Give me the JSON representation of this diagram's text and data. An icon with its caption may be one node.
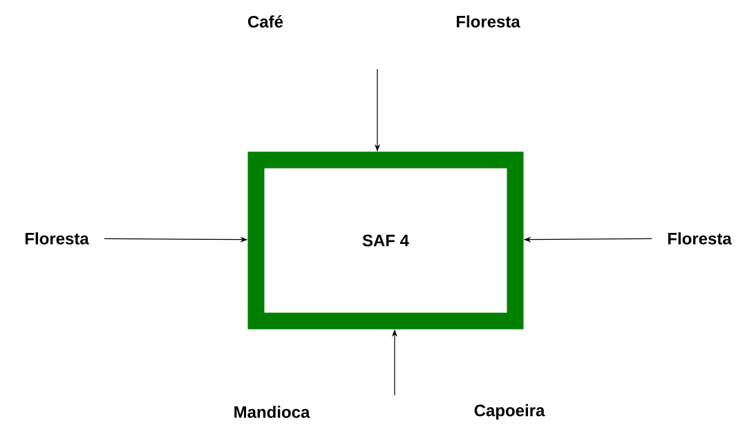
{
  "diagram": {
    "nodes": [
      {
        "text": [
          "Café"
        ]
      },
      {
        "text": [
          "Floresta"
        ]
      },
      {
        "text": [
          "Floresta"
        ]
      },
      {
        "text": [
          "SAF 4"
        ]
      },
      {
        "text": [
          "Floresta"
        ]
      },
      {
        "text": [
          "Mandioca"
        ]
      },
      {
        "text": [
          "Capoeira"
        ]
      }
    ],
    "edges": [
      {
        "from": 2,
        "to": 3,
        "arrow": "to"
      },
      {
        "from": 4,
        "to": 3,
        "arrow": "to"
      },
      {
        "from": null,
        "to": 3,
        "arrow": "to"
      },
      {
        "from": null,
        "to": 3,
        "arrow": "to"
      }
    ]
  }
}
